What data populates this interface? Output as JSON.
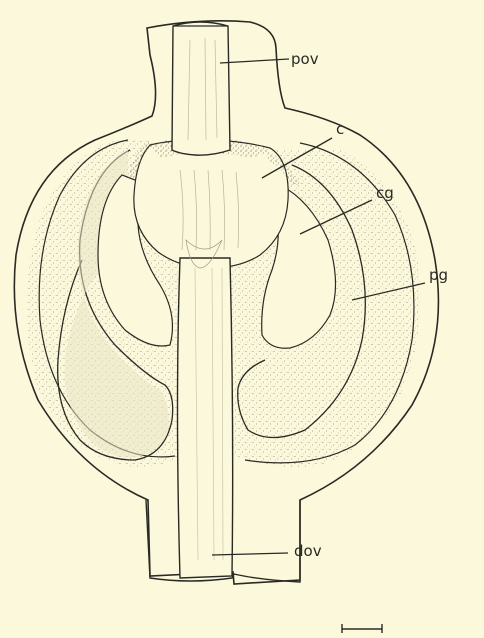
{
  "figure": {
    "labels": {
      "pov": "pov",
      "c": "c",
      "cg": "cg",
      "pg": "pg",
      "dov": "dov"
    },
    "colors": {
      "background": "#fbf8dc",
      "ink": "#2a2a24",
      "gland_fill": "#e9e6c7",
      "stipple": "#8a8776"
    }
  }
}
